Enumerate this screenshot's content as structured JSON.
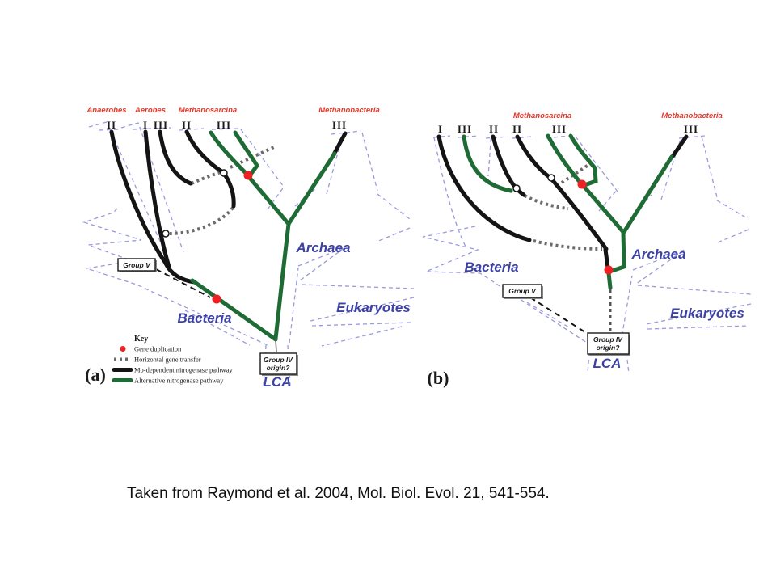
{
  "figure": {
    "panel_a": {
      "label": "(a)",
      "taxa": [
        "Anaerobes",
        "Aerobes",
        "Methanosarcina",
        "Methanobacteria"
      ],
      "ticks": [
        "II",
        "I",
        "III",
        "II",
        "III",
        "III"
      ],
      "domains": [
        "Bacteria",
        "Archaea",
        "Eukaryotes"
      ],
      "group_v": "Group V",
      "group_iv_line1": "Group IV",
      "group_iv_line2": "origin?",
      "lca": "LCA"
    },
    "panel_b": {
      "label": "(b)",
      "taxa": [
        "Methanosarcina",
        "Methanobacteria"
      ],
      "ticks": [
        "I",
        "III",
        "II",
        "II",
        "III",
        "III"
      ],
      "domains": [
        "Bacteria",
        "Archaea",
        "Eukaryotes"
      ],
      "group_v": "Group V",
      "group_iv_line1": "Group IV",
      "group_iv_line2": "origin?",
      "lca": "LCA"
    },
    "key": {
      "title": "Key",
      "items": [
        "Gene duplication",
        "Horizontal gene transfer",
        "Mo-dependent nitrogenase pathway",
        "Alternative nitrogenase pathway"
      ]
    }
  },
  "caption": "Taken from Raymond et al. 2004, Mol. Biol. Evol. 21, 541-554.",
  "colors": {
    "taxa_red": "#e2382a",
    "gene_duplication_red": "#ee2024",
    "alternative_green": "#1f6b35",
    "mo_dependent_black": "#141414",
    "domain_blue": "#3c42a5",
    "outline_dashed_blue": "#9a9ade",
    "hgt_gray": "#6b6b6b"
  }
}
